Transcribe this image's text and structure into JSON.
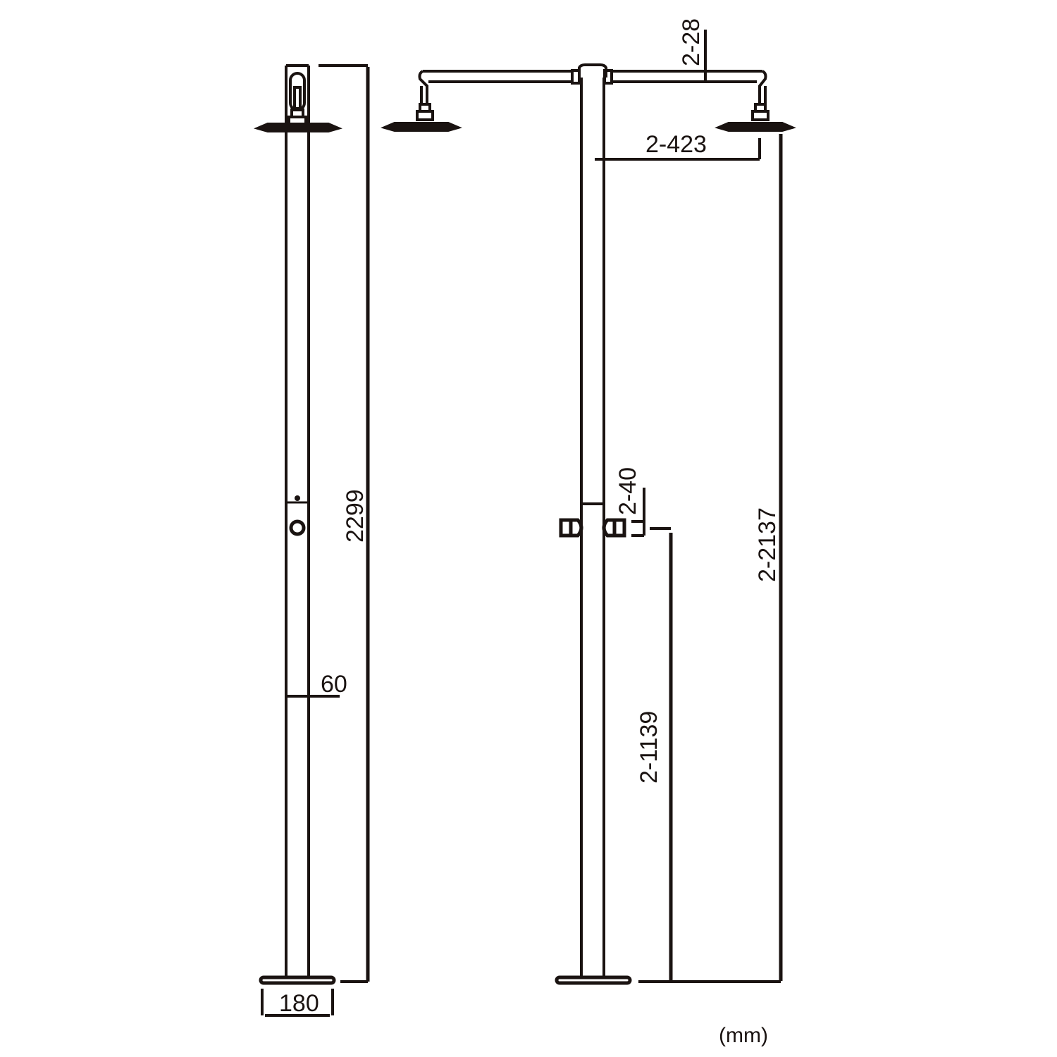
{
  "drawing": {
    "title": "Outdoor shower column dimension drawing",
    "unit_label": "(mm)",
    "line_color": "#1a1311",
    "background": "#ffffff"
  },
  "side_view": {
    "dimensions": {
      "total_height": "2299",
      "column_width": "60",
      "base_width": "180"
    }
  },
  "front_view": {
    "dimensions": {
      "arm_height": "2-28",
      "head_reach": "2-423",
      "valve_size": "2-40",
      "valve_height": "2-1139",
      "head_height": "2-2137"
    }
  }
}
